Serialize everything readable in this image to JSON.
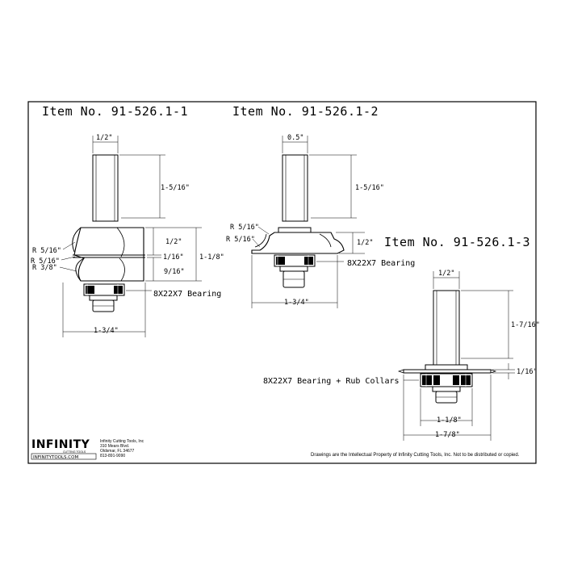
{
  "items": {
    "one": {
      "title": "Item No. 91-526.1-1",
      "dim_shank_dia": "1/2\"",
      "dim_shank_len": "1-5/16\"",
      "dim_r_top": "R 5/16\"",
      "dim_r_mid": "R 5/16\"",
      "dim_r_bot": "R 3/8\"",
      "dim_upper": "1/2\"",
      "dim_gap": "1/16\"",
      "dim_lower": "9/16\"",
      "dim_total_h": "1-1/8\"",
      "bearing": "8X22X7 Bearing",
      "dim_width": "1-3/4\""
    },
    "two": {
      "title": "Item No. 91-526.1-2",
      "dim_shank_dia": "0.5\"",
      "dim_shank_len": "1-5/16\"",
      "dim_r_top": "R 5/16\"",
      "dim_r_bot": "R 5/16\"",
      "dim_height": "1/2\"",
      "bearing": "8X22X7 Bearing",
      "dim_width": "1-3/4\""
    },
    "three": {
      "title": "Item No. 91-526.1-3",
      "dim_shank_dia": "1/2\"",
      "dim_shank_len": "1-7/16\"",
      "dim_blade": "1/16\"",
      "bearing": "8X22X7 Bearing + Rub Collars",
      "dim_inner_w": "1-1/8\"",
      "dim_outer_w": "1-7/8\""
    }
  },
  "logo": {
    "brand": "INFINITY",
    "sub": "CUTTING TOOLS",
    "web": "INFINITYTOOLS.COM",
    "address": [
      "Infinity Cutting Tools, Inc",
      "310 Mears Blvd.",
      "Oldsmar, FL 34677",
      "813-891-9090"
    ]
  },
  "footer_note": "Drawings are the Intellectual Property of Infinity Cutting Tools, Inc. Not to be distributed or copied.",
  "colors": {
    "line": "#000000",
    "hatch": "#000000",
    "paper": "#ffffff"
  }
}
